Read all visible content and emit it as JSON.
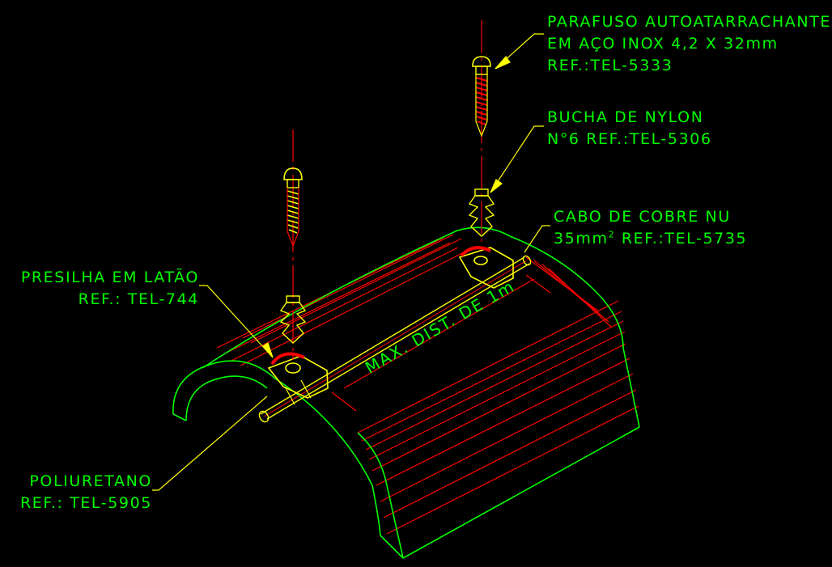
{
  "labels": {
    "parafuso": {
      "line1": "PARAFUSO AUTOATARRACHANTE",
      "line2": "EM AÇO INOX 4,2 X 32mm",
      "line3": "REF.:TEL-5333"
    },
    "bucha": {
      "line1": "BUCHA DE NYLON",
      "line2": "N°6 REF.:TEL-5306"
    },
    "cabo": {
      "line1": "CABO DE COBRE NU",
      "line2_prefix": "35mm",
      "line2_sup": "2",
      "line2_suffix": " REF.:TEL-5735"
    },
    "presilha": {
      "line1": "PRESILHA EM LATÃO",
      "line2": "REF.: TEL-744"
    },
    "poliuretano": {
      "line1": "POLIURETANO",
      "line2": "REF.: TEL-5905"
    }
  },
  "dimension": {
    "text": "MAX. DIST. DE 1m"
  },
  "colors": {
    "background": "#000000",
    "text": "#00ff00",
    "outline": "#00ff00",
    "fill_lines": "#ff0000",
    "hardware": "#ffff00",
    "clip": "#ff0000",
    "leader": "#ffff00"
  }
}
